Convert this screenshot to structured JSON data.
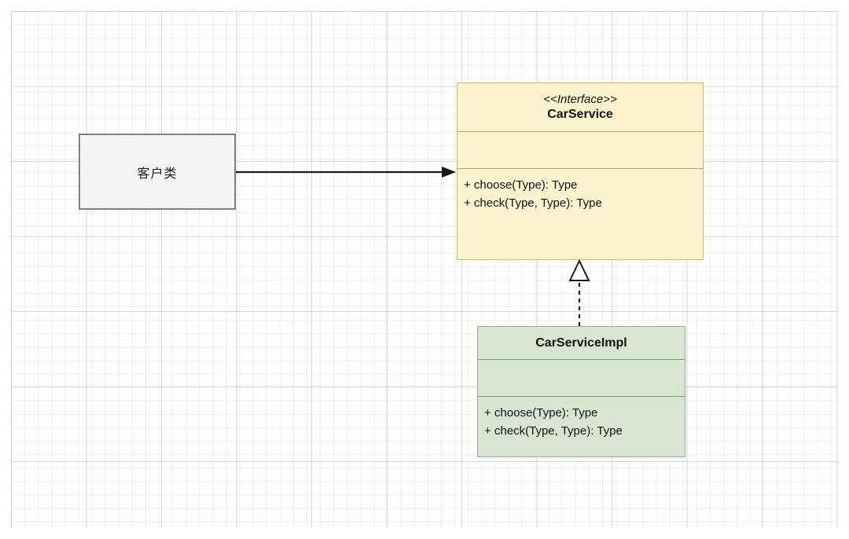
{
  "diagram": {
    "type": "uml-class-diagram",
    "background": "#fdfdfb",
    "grid": "on",
    "nodes": {
      "client": {
        "label": "客户类",
        "fill": "#f5f5f5",
        "stroke": "#808080"
      },
      "interface": {
        "stereotype": "<<Interface>>",
        "name": "CarService",
        "attributes": [],
        "methods": [
          "+ choose(Type): Type",
          "+ check(Type, Type): Type"
        ],
        "fill": "#fcf2cd",
        "stroke": "#d6b656"
      },
      "impl": {
        "name": "CarServiceImpl",
        "attributes": [],
        "methods": [
          "+ choose(Type): Type",
          "+ check(Type, Type): Type"
        ],
        "fill": "#d9e5d3",
        "stroke": "#93b08a"
      }
    },
    "edges": [
      {
        "id": "client-to-interface",
        "from": "client",
        "to": "interface",
        "style": "solid",
        "arrow": "filled-open-arrow",
        "kind": "dependency"
      },
      {
        "id": "impl-to-interface",
        "from": "impl",
        "to": "interface",
        "style": "dashed",
        "arrow": "hollow-triangle",
        "kind": "realization"
      }
    ]
  }
}
